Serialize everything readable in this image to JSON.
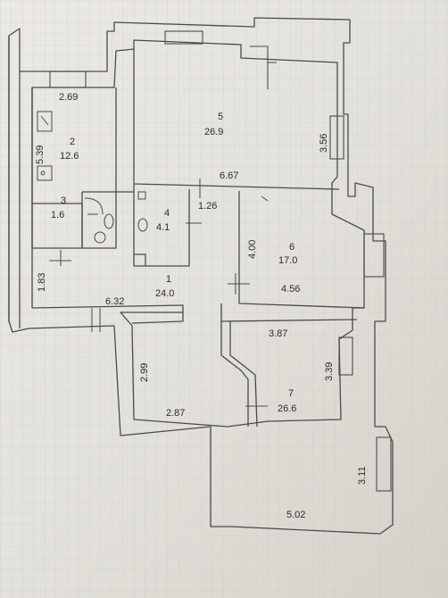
{
  "rooms": [
    {
      "id": "1",
      "number": "1",
      "area": "24.0"
    },
    {
      "id": "2",
      "number": "2",
      "area": "12.6"
    },
    {
      "id": "3",
      "number": "3",
      "area": "1.6"
    },
    {
      "id": "4",
      "number": "4",
      "area": "4.1"
    },
    {
      "id": "5",
      "number": "5",
      "area": "26.9"
    },
    {
      "id": "6",
      "number": "6",
      "area": "17.0"
    },
    {
      "id": "7",
      "number": "7",
      "area": "26.6"
    }
  ],
  "dimensions": {
    "d_2_69": "2.69",
    "d_5_39": "5.39",
    "d_3_56": "3.56",
    "d_6_67": "6.67",
    "d_1_26": "1.26",
    "d_4_00": "4.00",
    "d_4_56": "4.56",
    "d_1_83": "1.83",
    "d_6_32": "6.32",
    "d_3_87": "3.87",
    "d_2_99": "2.99",
    "d_3_39": "3.39",
    "d_2_87": "2.87",
    "d_3_11": "3.11",
    "d_5_02": "5.02"
  }
}
